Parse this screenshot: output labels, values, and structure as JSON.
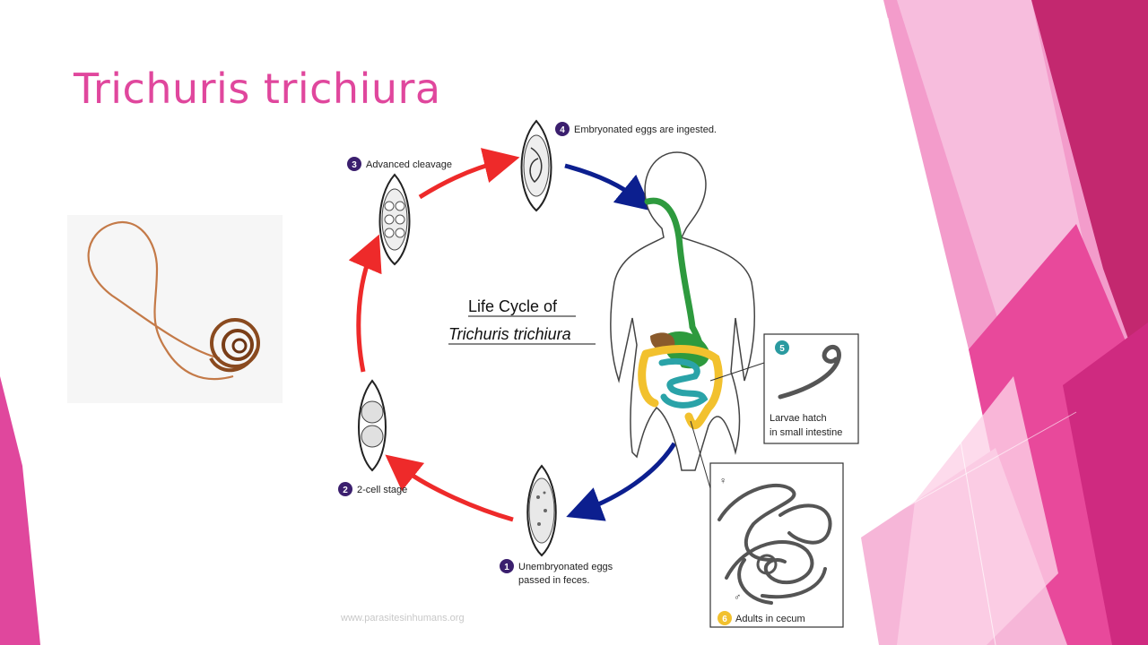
{
  "slide": {
    "title": "Trichuris trichiura"
  },
  "diagram": {
    "title_line1": "Life Cycle of",
    "title_line2": "Trichuris trichiura",
    "watermark": "www.parasitesinhumans.org",
    "steps": [
      {
        "num": "1",
        "line1": "Unembryonated eggs",
        "line2": "passed in feces."
      },
      {
        "num": "2",
        "line1": "2-cell stage",
        "line2": ""
      },
      {
        "num": "3",
        "line1": "Advanced cleavage",
        "line2": ""
      },
      {
        "num": "4",
        "line1": "Embryonated eggs are ingested.",
        "line2": ""
      },
      {
        "num": "5",
        "line1": "Larvae hatch",
        "line2": "in small intestine"
      },
      {
        "num": "6",
        "line1": "Adults in cecum",
        "line2": ""
      }
    ],
    "symbols": {
      "female": "♀",
      "male": "♂"
    },
    "colors": {
      "step_badge": "#3b1f6e",
      "infective_badge": "#2a9aa0",
      "diagnostic_badge": "#f2c12e",
      "arrow_red": "#ee2a2a",
      "arrow_blue": "#0c1f8f"
    }
  }
}
